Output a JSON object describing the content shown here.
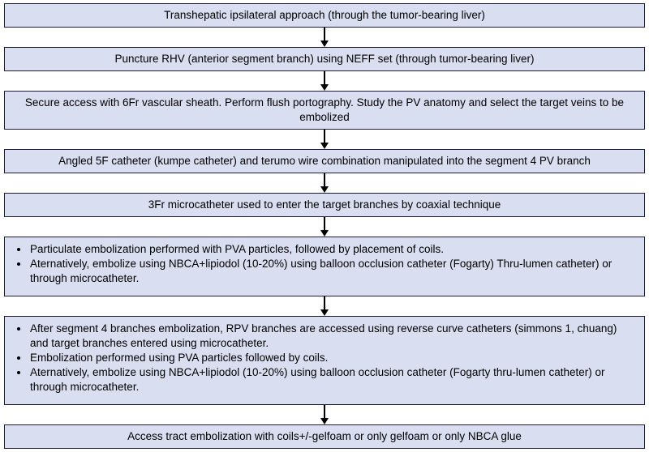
{
  "colors": {
    "box_fill": "#d9def0",
    "box_border": "#1b1b3a",
    "arrow": "#000000",
    "text": "#000000",
    "background": "#ffffff"
  },
  "flow": {
    "steps": [
      {
        "kind": "text",
        "text": "Transhepatic ipsilateral approach (through the tumor-bearing liver)"
      },
      {
        "kind": "text",
        "text": "Puncture RHV (anterior segment branch) using NEFF set (through tumor-bearing liver)"
      },
      {
        "kind": "text",
        "text": "Secure access with 6Fr vascular sheath. Perform flush portography. Study the PV anatomy and select the target veins to be embolized"
      },
      {
        "kind": "text",
        "text": "Angled 5F catheter (kumpe catheter) and terumo wire combination manipulated into the segment 4 PV branch"
      },
      {
        "kind": "text",
        "text": "3Fr microcatheter used to enter the target branches by coaxial technique"
      },
      {
        "kind": "bullets",
        "items": [
          "Particulate embolization performed with PVA particles, followed by placement of coils.",
          "Aternatively, embolize using NBCA+lipiodol (10-20%) using balloon occlusion catheter (Fogarty) Thru-lumen catheter) or through microcatheter."
        ]
      },
      {
        "kind": "bullets",
        "items": [
          "After segment 4 branches embolization, RPV branches are accessed using reverse curve catheters (simmons 1, chuang) and target branches entered using microcatheter.",
          "Embolization performed using PVA particles followed by coils.",
          "Aternatively, embolize using NBCA+lipiodol (10-20%) using balloon occlusion catheter (Fogarty thru-lumen catheter) or through microcatheter."
        ]
      },
      {
        "kind": "text",
        "text": "Access tract embolization with coils+/-gelfoam or only gelfoam or only NBCA glue"
      }
    ]
  }
}
